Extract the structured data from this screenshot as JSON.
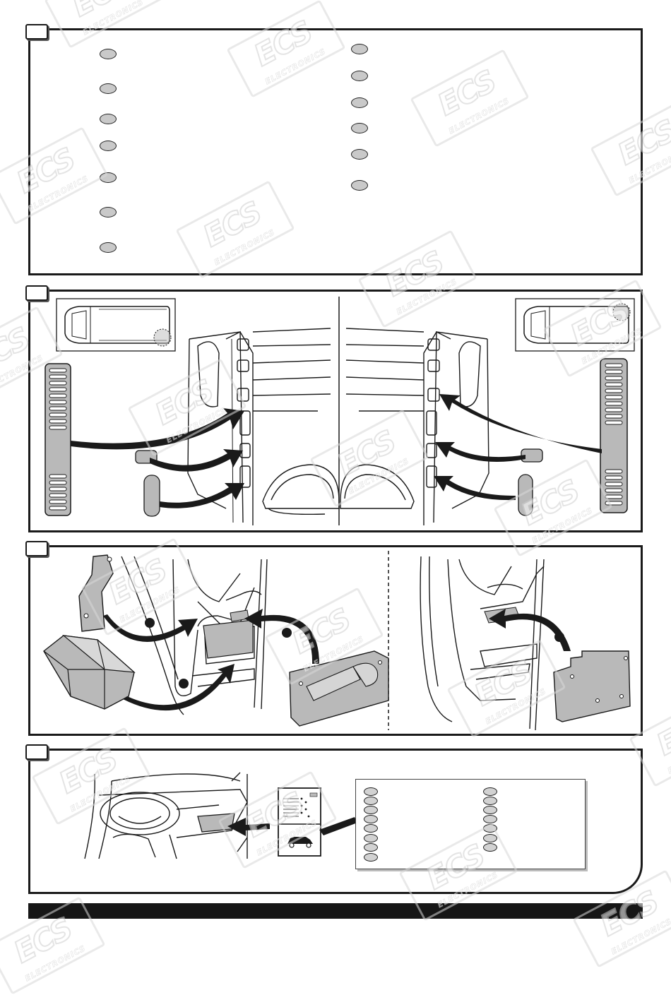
{
  "watermark": {
    "logo_text": "ECS",
    "sub_text": "ELECTRONICS"
  },
  "steps": [
    {
      "id": "step-1",
      "label": ""
    },
    {
      "id": "step-2",
      "label": ""
    },
    {
      "id": "step-3",
      "label": ""
    },
    {
      "id": "step-4",
      "label": ""
    }
  ],
  "panel1": {
    "left_column_item_count": 7,
    "right_column_item_count": 6
  },
  "panel4": {
    "legend_left_count": 8,
    "legend_right_count": 7
  },
  "colors": {
    "ink": "#1a1a1a",
    "part_fill": "#b9b9b9",
    "marker_fill": "#c9c9c9",
    "watermark": "#cfcfcf"
  }
}
